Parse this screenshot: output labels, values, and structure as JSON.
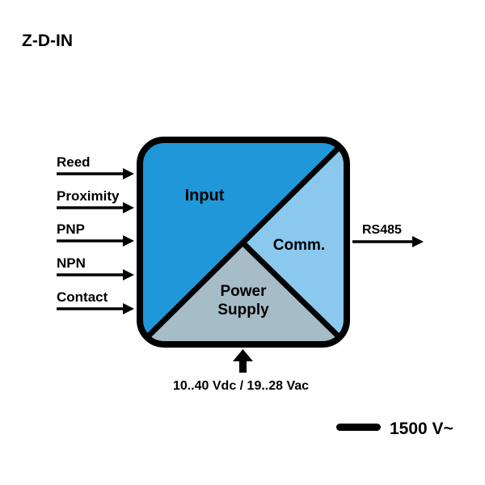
{
  "title": "Z-D-IN",
  "inputs": [
    {
      "label": "Reed"
    },
    {
      "label": "Proximity"
    },
    {
      "label": "PNP"
    },
    {
      "label": "NPN"
    },
    {
      "label": "Contact"
    }
  ],
  "module": {
    "input_label": "Input",
    "comm_label": "Comm.",
    "power_label_line1": "Power",
    "power_label_line2": "Supply"
  },
  "output": {
    "label": "RS485"
  },
  "power_supply": {
    "label": "10..40 Vdc / 19..28 Vac"
  },
  "isolation": {
    "label": "1500 V~"
  },
  "colors": {
    "input": "#1f97d8",
    "comm": "#8bc8ee",
    "power": "#a6bcc7",
    "outline": "#000000"
  }
}
